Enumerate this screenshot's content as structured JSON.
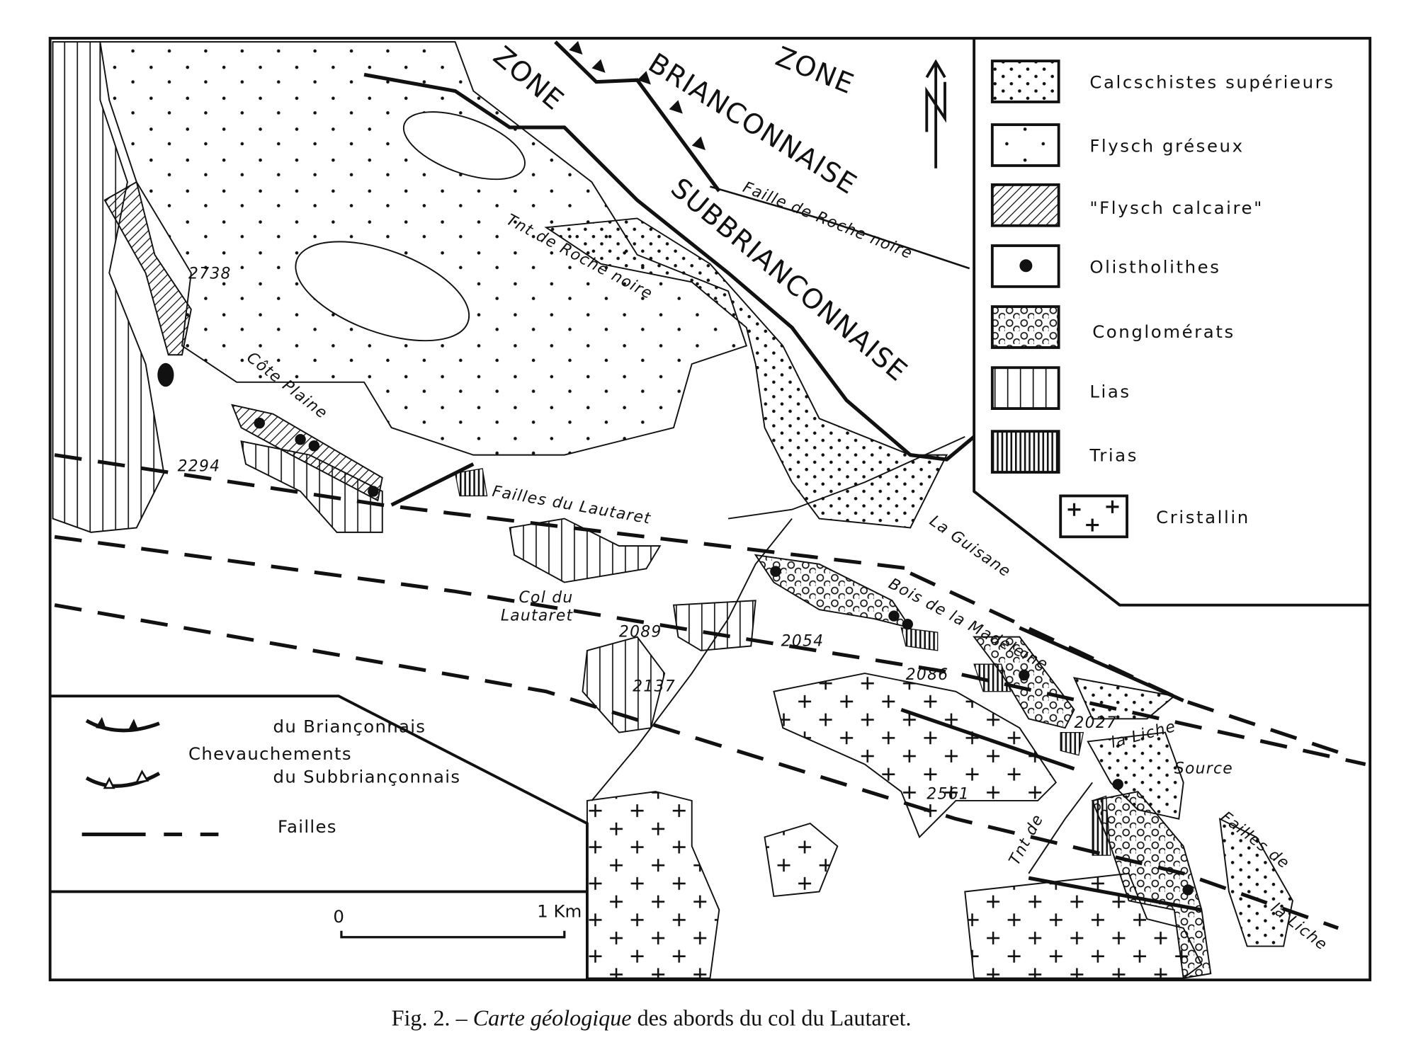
{
  "figure": {
    "caption_prefix": "Fig. 2.  –  ",
    "caption_italic": "Carte géologique",
    "caption_rest": " des abords du col du Lautaret."
  },
  "legend": {
    "units": [
      {
        "label": "Calcschistes supérieurs",
        "pattern": "dense-dots"
      },
      {
        "label": "Flysch  gréseux",
        "pattern": "sparse-dots"
      },
      {
        "label": "\"Flysch  calcaire\"",
        "pattern": "diagonal-hatch"
      },
      {
        "label": "Olistholithes",
        "pattern": "black-dot"
      },
      {
        "label": "Conglomérats",
        "pattern": "circles"
      },
      {
        "label": "Lias",
        "pattern": "vertical-lines"
      },
      {
        "label": "Trias",
        "pattern": "dense-vertical-lines"
      },
      {
        "label": "Cristallin",
        "pattern": "crosses"
      }
    ],
    "structures": {
      "brianconnais": "du Briançonnais",
      "chevauchements": "Chevauchements",
      "subbrianconnais": "du Subbriançonnais",
      "failles": "Failles"
    }
  },
  "scale_bar": {
    "start": "0",
    "end": "1 Km"
  },
  "map_labels": {
    "zone1": "ZONE",
    "brianconnaise": "BRIANCONNAISE",
    "zone2": "ZONE",
    "subbrianconnaise": "SUBBRIANCONNAISE",
    "faille_roche_noire": "Faille de Roche noire",
    "tnt_roche_noire": "Tnt de Roche noire",
    "cote_plaine": "Côte  Plaine",
    "failles_lautaret": "Failles du Lautaret",
    "la_guisane": "La Guisane",
    "bois_madeleine": "Bois de la Madeleine",
    "col_du": "Col du",
    "lautaret": "Lautaret",
    "la_liche": "la Liche",
    "source": "Source",
    "tnt_de": "Tnt de",
    "failles_de": "Failles de",
    "la_liche2": "la Liche"
  },
  "elevations": [
    "2738",
    "2294",
    "2089",
    "2054",
    "2086",
    "2137",
    "2027",
    "2561"
  ]
}
